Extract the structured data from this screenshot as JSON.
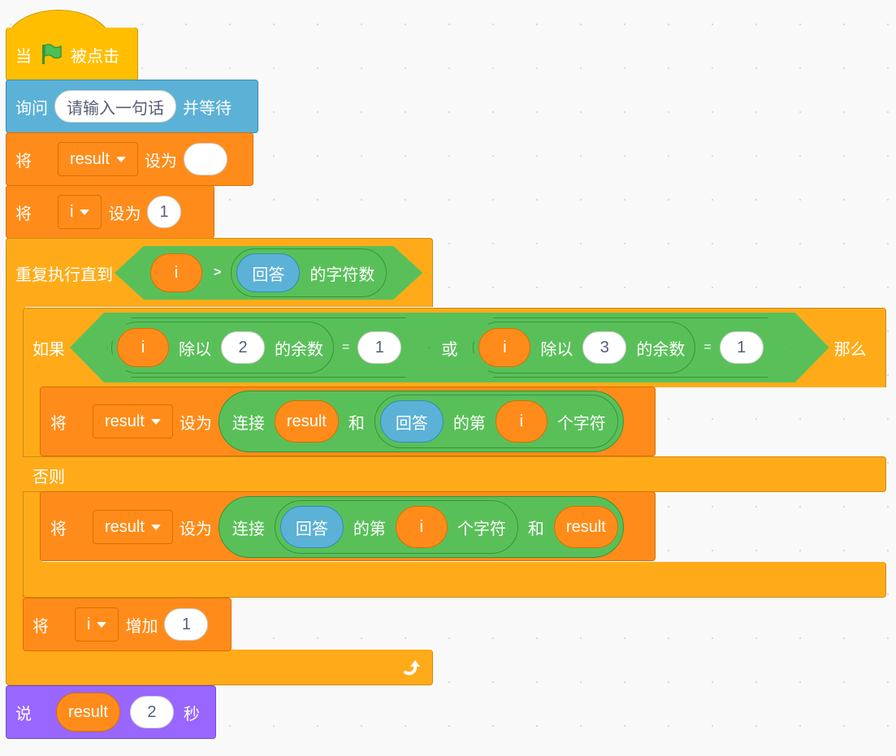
{
  "colors": {
    "events": "#ffbf00",
    "sensing": "#5cb1d6",
    "variables": "#ff8c1a",
    "control": "#ffab19",
    "operators": "#59c059",
    "looks": "#9966ff"
  },
  "blocks": {
    "hat": {
      "when": "当",
      "flag_icon": "green-flag",
      "clicked": "被点击"
    },
    "ask": {
      "label": "询问",
      "input": "请输入一句话",
      "suffix": "并等待"
    },
    "set_result": {
      "label": "将",
      "var": "result",
      "set_to": "设为",
      "value": ""
    },
    "set_i": {
      "label": "将",
      "var": "i",
      "set_to": "设为",
      "value": "1"
    },
    "repeat_until": {
      "label": "重复执行直到",
      "cond": {
        "left": "i",
        "op": ">",
        "answer": "回答",
        "length_of": "的字符数"
      }
    },
    "if_else": {
      "if_label": "如果",
      "then_label": "那么",
      "else_label": "否则",
      "or_label": "或",
      "cond1": {
        "var": "i",
        "mod_label": "除以",
        "divisor": "2",
        "rem_label": "的余数",
        "eq": "=",
        "value": "1"
      },
      "cond2": {
        "var": "i",
        "mod_label": "除以",
        "divisor": "3",
        "rem_label": "的余数",
        "eq": "=",
        "value": "1"
      },
      "then_block": {
        "label": "将",
        "var": "result",
        "set_to": "设为",
        "join": "连接",
        "arg1": "result",
        "and": "和",
        "answer": "回答",
        "letter_of": "的第",
        "index": "i",
        "char": "个字符"
      },
      "else_block": {
        "label": "将",
        "var": "result",
        "set_to": "设为",
        "join": "连接",
        "answer": "回答",
        "letter_of": "的第",
        "index": "i",
        "char": "个字符",
        "and": "和",
        "arg2": "result"
      }
    },
    "change_i": {
      "label": "将",
      "var": "i",
      "change": "增加",
      "value": "1"
    },
    "say": {
      "label": "说",
      "value": "result",
      "secs": "2",
      "sec_label": "秒"
    }
  }
}
